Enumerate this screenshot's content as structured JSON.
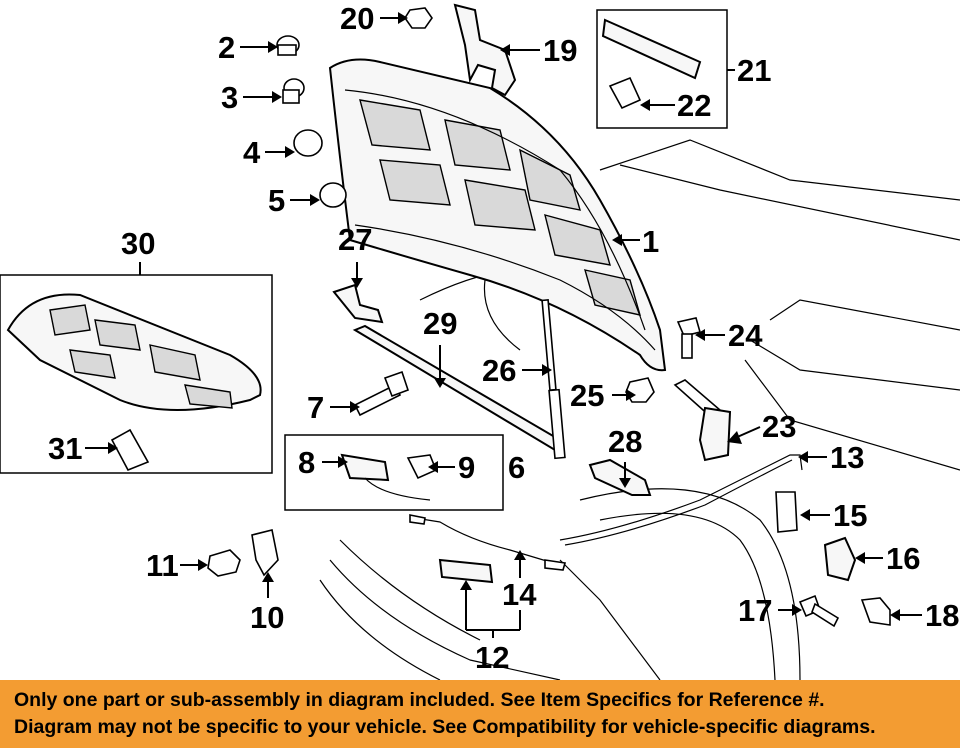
{
  "callouts": {
    "c1": "1",
    "c2": "2",
    "c3": "3",
    "c4": "4",
    "c5": "5",
    "c6": "6",
    "c7": "7",
    "c8": "8",
    "c9": "9",
    "c10": "10",
    "c11": "11",
    "c12": "12",
    "c13": "13",
    "c14": "14",
    "c15": "15",
    "c16": "16",
    "c17": "17",
    "c18": "18",
    "c19": "19",
    "c20": "20",
    "c21": "21",
    "c22": "22",
    "c23": "23",
    "c24": "24",
    "c25": "25",
    "c26": "26",
    "c27": "27",
    "c28": "28",
    "c29": "29",
    "c30": "30",
    "c31": "31"
  },
  "notice": {
    "line1": "Only one part or sub-assembly in diagram included. See Item Specifics for Reference #.",
    "line2": "Diagram may not be specific to your vehicle. See Compatibility for vehicle-specific diagrams."
  },
  "colors": {
    "banner_background": "#f39c32",
    "diagram_ink": "#000000",
    "background": "#ffffff"
  }
}
